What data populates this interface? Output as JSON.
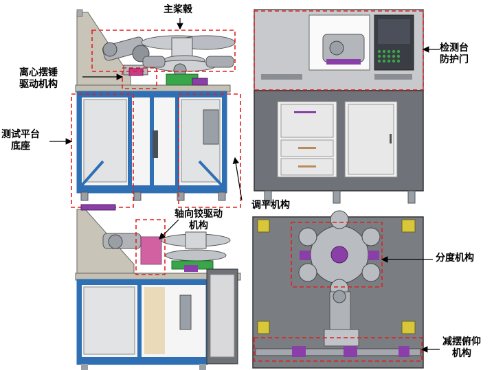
{
  "labels": {
    "main_hub": "主桨毂",
    "centrifugal_drive_line1": "离心摆锤",
    "centrifugal_drive_line2": "驱动机构",
    "test_platform_line1": "测试平台",
    "test_platform_line2": "底座",
    "leveling": "调平机构",
    "axial_hinge_line1": "轴向铰驱动",
    "axial_hinge_line2": "机构",
    "indexing": "分度机构",
    "guard_door_line1": "检测台",
    "guard_door_line2": "防护门",
    "pitch_line1": "减摆俯仰",
    "pitch_line2": "机构"
  },
  "colors": {
    "frame_blue": "#2f6fb3",
    "highlight_red": "#e02020",
    "panel_gray": "#7a7d82",
    "purple_part": "#8a3fa8",
    "green_part": "#3aa64a",
    "yellow_foot": "#d9c73a"
  }
}
